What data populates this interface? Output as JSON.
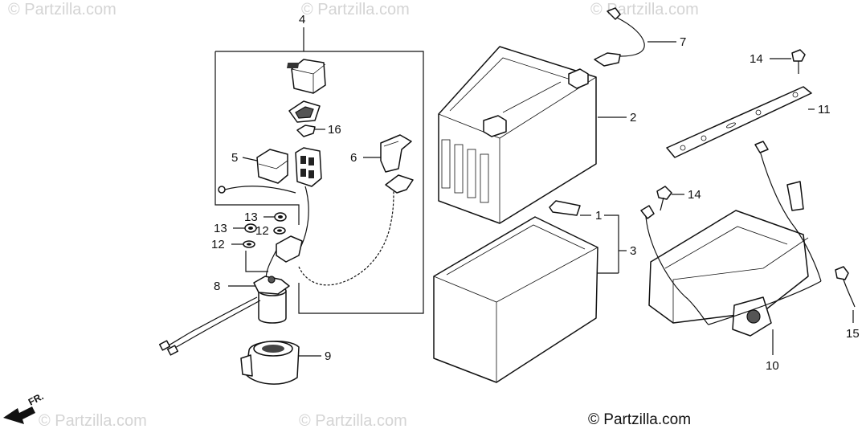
{
  "watermarks": [
    "© Partzilla.com",
    "© Partzilla.com",
    "© Partzilla.com",
    "© Partzilla.com",
    "© Partzilla.com"
  ],
  "copyright": "© Partzilla.com",
  "direction_label": "FR.",
  "callouts": {
    "c1": "1",
    "c2": "2",
    "c3": "3",
    "c4": "4",
    "c5": "5",
    "c6": "6",
    "c7": "7",
    "c8": "8",
    "c9": "9",
    "c10": "10",
    "c11": "11",
    "c12a": "12",
    "c12b": "12",
    "c13a": "13",
    "c13b": "13",
    "c14a": "14",
    "c14b": "14",
    "c15": "15",
    "c16": "16"
  }
}
